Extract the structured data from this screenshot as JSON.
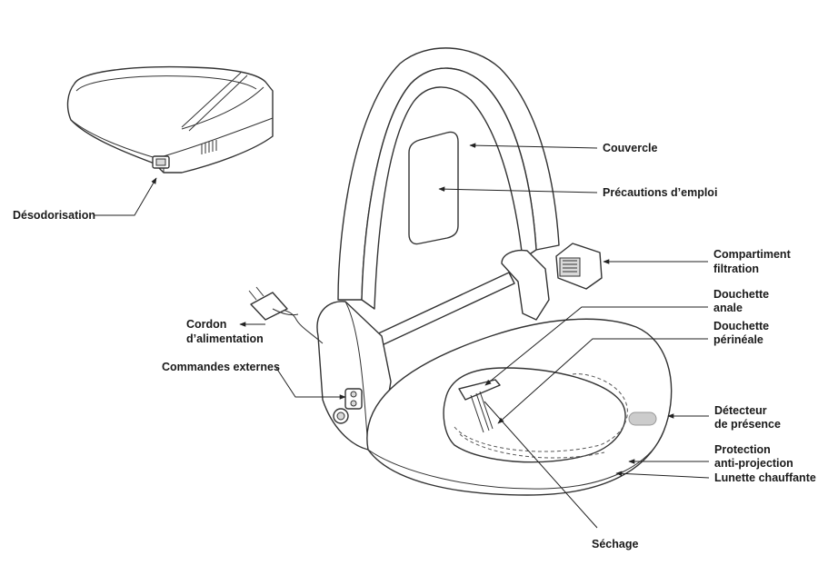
{
  "labels": {
    "desodorisation": "Désodorisation",
    "couvercle": "Couvercle",
    "precautions": "Précautions d’emploi",
    "compartiment_1": "Compartiment",
    "compartiment_2": "filtration",
    "douchette_anale_1": "Douchette",
    "douchette_anale_2": "anale",
    "douchette_perineale_1": "Douchette",
    "douchette_perineale_2": "périnéale",
    "cordon_1": "Cordon",
    "cordon_2": "d’alimentation",
    "commandes": "Commandes externes",
    "detecteur_1": "Détecteur",
    "detecteur_2": "de présence",
    "protection_1": "Protection",
    "protection_2": "anti-projection",
    "lunette": "Lunette chauffante",
    "sechage": "Séchage"
  }
}
